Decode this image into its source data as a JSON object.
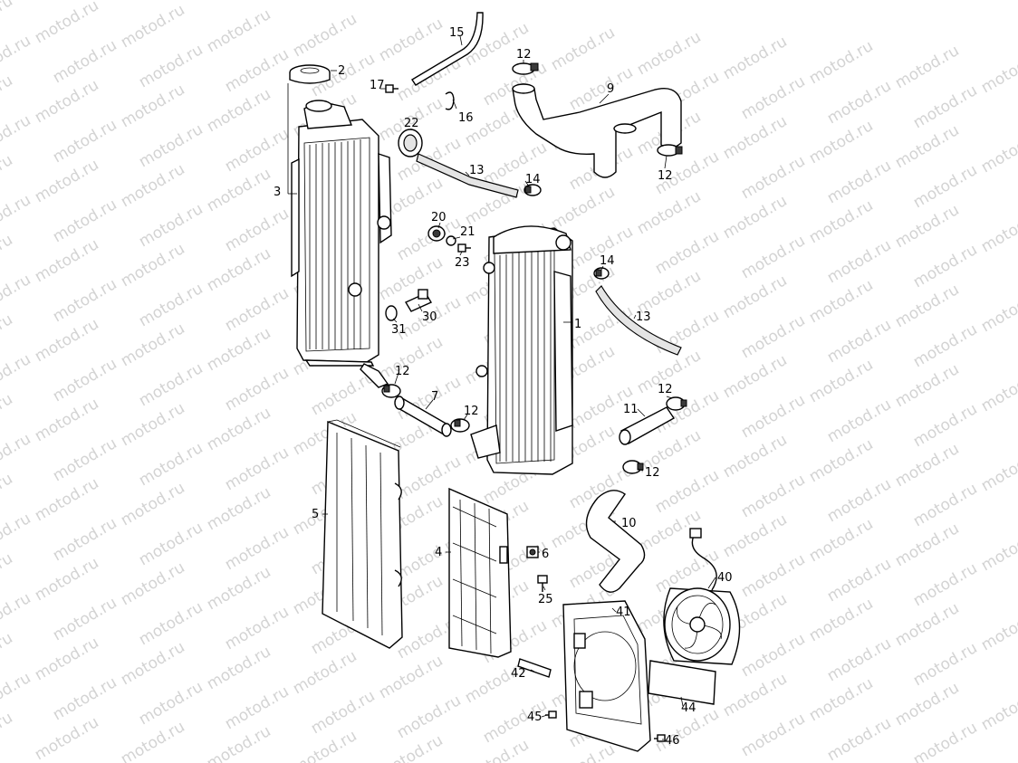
{
  "watermark": "motod.ru",
  "callouts": [
    {
      "id": "2",
      "text": "2"
    },
    {
      "id": "3",
      "text": "3"
    },
    {
      "id": "15",
      "text": "15"
    },
    {
      "id": "16",
      "text": "16"
    },
    {
      "id": "17",
      "text": "17"
    },
    {
      "id": "22",
      "text": "22"
    },
    {
      "id": "13a",
      "text": "13"
    },
    {
      "id": "14a",
      "text": "14"
    },
    {
      "id": "12a",
      "text": "12"
    },
    {
      "id": "9",
      "text": "9"
    },
    {
      "id": "12b",
      "text": "12"
    },
    {
      "id": "20",
      "text": "20"
    },
    {
      "id": "21",
      "text": "21"
    },
    {
      "id": "23",
      "text": "23"
    },
    {
      "id": "30",
      "text": "30"
    },
    {
      "id": "31",
      "text": "31"
    },
    {
      "id": "1",
      "text": "1"
    },
    {
      "id": "14b",
      "text": "14"
    },
    {
      "id": "13b",
      "text": "13"
    },
    {
      "id": "12c",
      "text": "12"
    },
    {
      "id": "7",
      "text": "7"
    },
    {
      "id": "12d",
      "text": "12"
    },
    {
      "id": "12e",
      "text": "12"
    },
    {
      "id": "11",
      "text": "11"
    },
    {
      "id": "12f",
      "text": "12"
    },
    {
      "id": "10",
      "text": "10"
    },
    {
      "id": "5",
      "text": "5"
    },
    {
      "id": "4",
      "text": "4"
    },
    {
      "id": "6",
      "text": "6"
    },
    {
      "id": "25",
      "text": "25"
    },
    {
      "id": "40",
      "text": "40"
    },
    {
      "id": "41",
      "text": "41"
    },
    {
      "id": "42",
      "text": "42"
    },
    {
      "id": "44",
      "text": "44"
    },
    {
      "id": "45",
      "text": "45"
    },
    {
      "id": "46",
      "text": "46"
    }
  ]
}
